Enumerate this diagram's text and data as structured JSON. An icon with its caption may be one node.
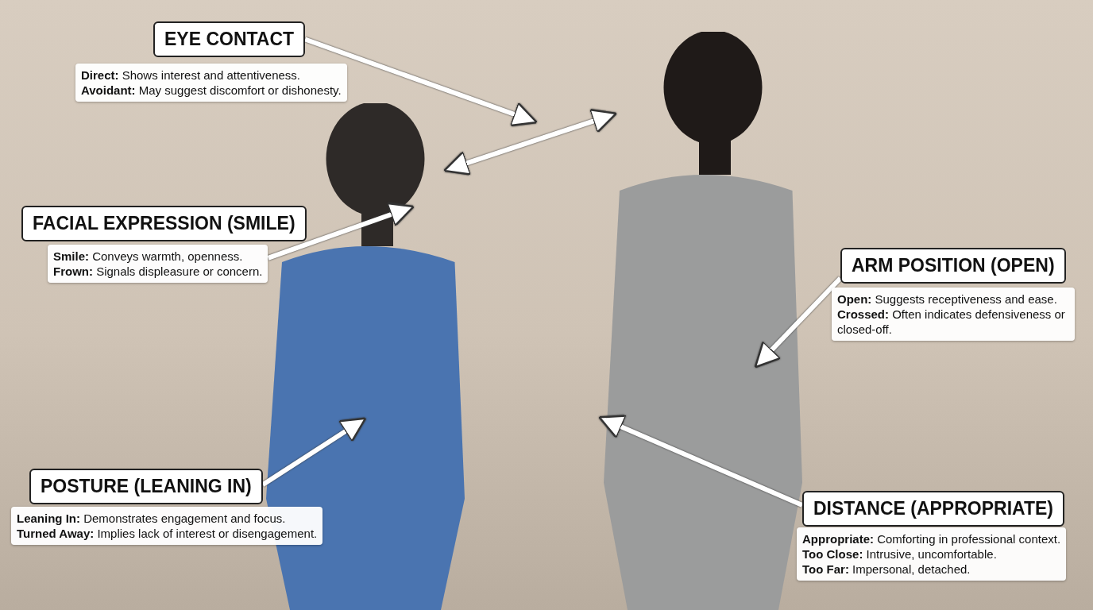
{
  "diagram": {
    "nodes": [
      {
        "text": [
          "EYE CONTACT"
        ]
      },
      {
        "text": [
          "**Direct:** Shows interest and attentiveness.",
          "**Avoidant:** May suggest discomfort or dishonesty."
        ]
      },
      {
        "text": [
          "FACIAL EXPRESSION (SMILE)"
        ]
      },
      {
        "text": [
          "**Smile:** Conveys warmth, openness.",
          "**Frown:** Signals displeasure or concern."
        ]
      },
      {
        "text": [
          "ARM POSITION (OPEN)"
        ]
      },
      {
        "text": [
          "**Open:** Suggests receptiveness and ease.",
          "**Crossed:** Often indicates defensiveness or closed-off."
        ]
      },
      {
        "text": [
          "POSTURE (LEANING IN)"
        ]
      },
      {
        "text": [
          "**Leaning In:** Demonstrates engagement and focus.",
          "**Turned Away:** Implies lack of interest or disengagement."
        ]
      },
      {
        "text": [
          "DISTANCE (APPROPRIATE)"
        ]
      },
      {
        "text": [
          "**Appropriate:** Comforting in professional context.",
          "**Too Close:** Intrusive, uncomfortable.",
          "**Too Far:** Impersonal, detached."
        ]
      },
      {
        "text": [],
        "shape": "person"
      },
      {
        "text": [],
        "shape": "person"
      }
    ],
    "edges": [
      {
        "from": 0,
        "to": null,
        "arrow": "to"
      },
      {
        "from": 10,
        "to": 11,
        "arrow": "both"
      },
      {
        "from": 3,
        "to": 10,
        "arrow": "to"
      },
      {
        "from": 4,
        "to": 11,
        "arrow": "to"
      },
      {
        "from": 6,
        "to": 10,
        "arrow": "to"
      },
      {
        "from": 8,
        "to": 11,
        "arrow": "to"
      }
    ]
  }
}
